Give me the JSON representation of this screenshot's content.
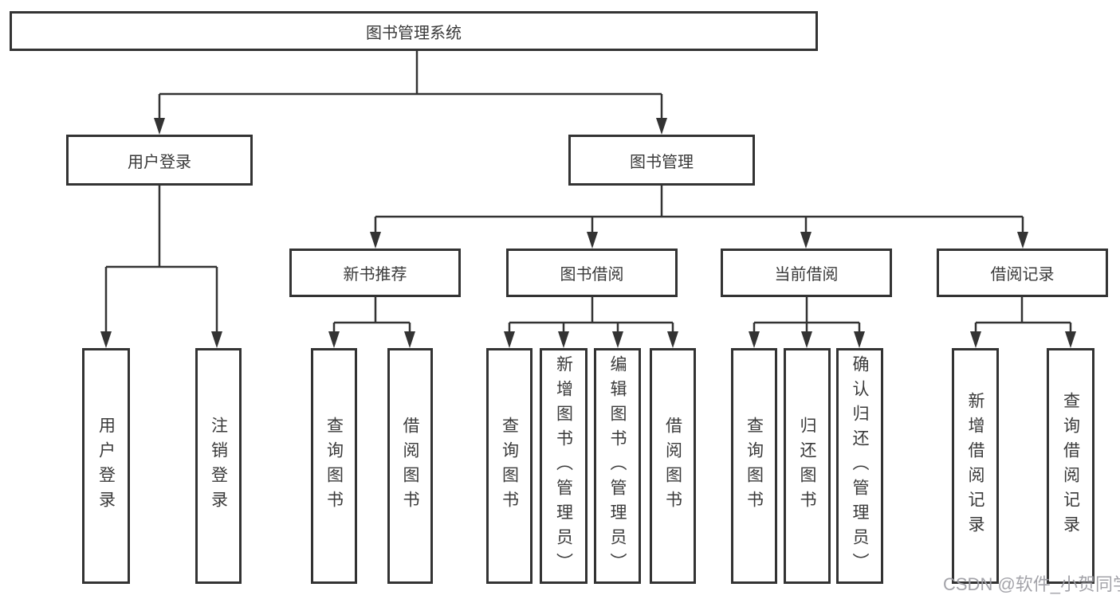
{
  "diagram": {
    "title": "图书管理系统",
    "watermark": "CSDN @软件_小贺同学",
    "colors": {
      "line": "#333333",
      "box_background": "#ffffff",
      "text": "#3a3a3a",
      "watermark": "#9e9ea4"
    },
    "nodes": {
      "root": {
        "label": "图书管理系统"
      },
      "branches": [
        {
          "label": "用户登录",
          "children": [
            {
              "label": "用户登录"
            },
            {
              "label": "注销登录"
            }
          ]
        },
        {
          "label": "图书管理",
          "children": [
            {
              "label": "新书推荐",
              "children": [
                {
                  "label": "查询图书"
                },
                {
                  "label": "借阅图书"
                }
              ]
            },
            {
              "label": "图书借阅",
              "children": [
                {
                  "label": "查询图书"
                },
                {
                  "label": "新增图书（管理员）"
                },
                {
                  "label": "编辑图书（管理员）"
                },
                {
                  "label": "借阅图书"
                }
              ]
            },
            {
              "label": "当前借阅",
              "children": [
                {
                  "label": "查询图书"
                },
                {
                  "label": "归还图书"
                },
                {
                  "label": "确认归还（管理员）"
                }
              ]
            },
            {
              "label": "借阅记录",
              "children": [
                {
                  "label": "新增借阅记录"
                },
                {
                  "label": "查询借阅记录"
                }
              ]
            }
          ]
        }
      ]
    }
  }
}
